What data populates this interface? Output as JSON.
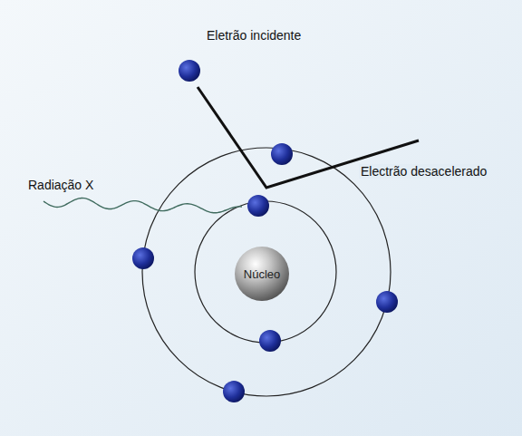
{
  "diagram": {
    "nodes": [
      {
        "text": [
          "Núcleo"
        ]
      }
    ],
    "labels": [
      "Eletrão incidente",
      "Electrão desacelerado",
      "Radiação X"
    ]
  }
}
